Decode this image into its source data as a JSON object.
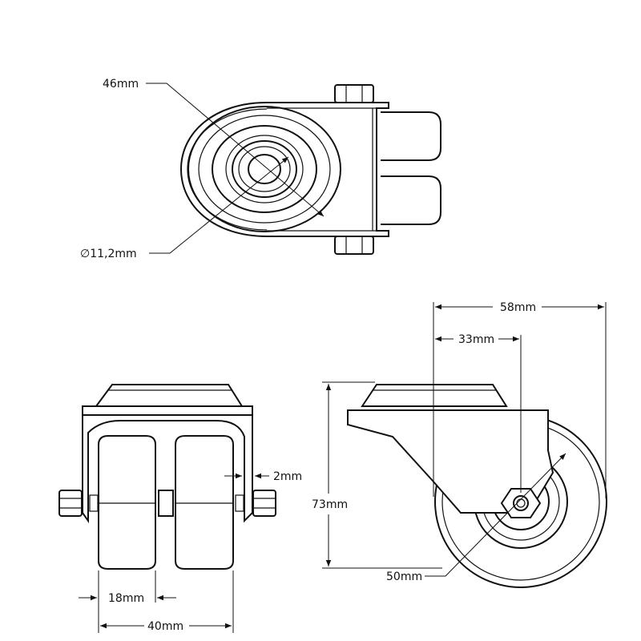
{
  "top_view": {
    "outer_diameter_label": "46mm",
    "bore_diameter_label": "∅11,2mm"
  },
  "front_view": {
    "thickness_label": "2mm",
    "wheel_width_label": "18mm",
    "total_width_label": "40mm"
  },
  "side_view": {
    "overall_depth_label": "58mm",
    "offset_label": "33mm",
    "height_label": "73mm",
    "wheel_diameter_label": "50mm"
  }
}
